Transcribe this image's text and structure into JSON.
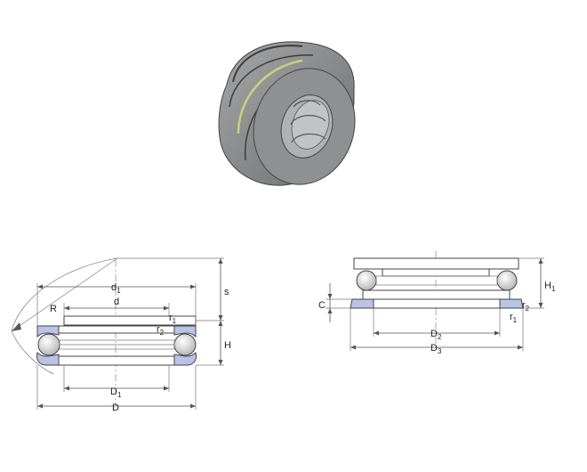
{
  "labels": {
    "d1": {
      "main": "d",
      "sub": "1"
    },
    "d": {
      "main": "d"
    },
    "R": {
      "main": "R"
    },
    "r1_left": {
      "main": "r",
      "sub": "1"
    },
    "r2_left": {
      "main": "r",
      "sub": "2"
    },
    "s": {
      "main": "s"
    },
    "H": {
      "main": "H"
    },
    "D1": {
      "main": "D",
      "sub": "1"
    },
    "D": {
      "main": "D"
    },
    "H1": {
      "main": "H",
      "sub": "1"
    },
    "C": {
      "main": "C"
    },
    "r2_right": {
      "main": "r",
      "sub": "2"
    },
    "r1_right": {
      "main": "r",
      "sub": "1"
    },
    "D2": {
      "main": "D",
      "sub": "2"
    },
    "D3": {
      "main": "D",
      "sub": "3"
    }
  },
  "colors": {
    "housing_washer": "#b9c3e6",
    "bearing_body": "#8f9091",
    "cage": "#c9d07a",
    "line": "#444444"
  }
}
